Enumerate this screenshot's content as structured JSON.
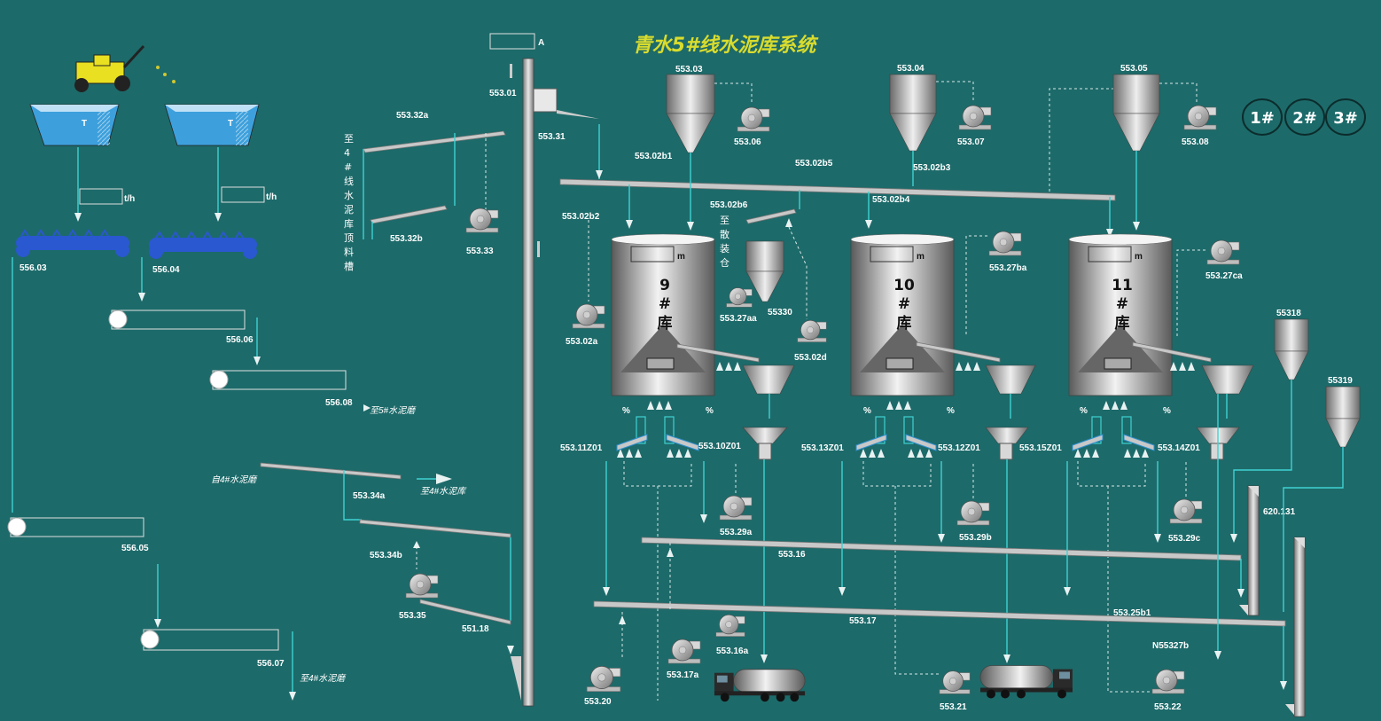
{
  "title": "青水5#线水泥库系统",
  "top_indicator_unit": "A",
  "scale_unit": "t/h",
  "silo_level_unit": "m",
  "percent_sign": "%",
  "hopper_letter": "T",
  "silos": [
    {
      "number": "9",
      "hash": "#",
      "word": "库"
    },
    {
      "number": "10",
      "hash": "#",
      "word": "库"
    },
    {
      "number": "11",
      "hash": "#",
      "word": "库"
    }
  ],
  "buttons": [
    "1#",
    "2#",
    "3#"
  ],
  "vertical_label": [
    "至",
    "4",
    "#",
    "线",
    "水",
    "泥",
    "库",
    "顶",
    "料",
    "槽"
  ],
  "vertical_label2": [
    "至",
    "散",
    "装",
    "仓"
  ],
  "destinations": {
    "to_5_mill": "至5#水泥磨",
    "from_4_mill": "自4#水泥磨",
    "to_4_silo": "至4#水泥库",
    "to_4_mill": "至4#水泥磨"
  },
  "tags": {
    "t55303": "553.03",
    "t55304": "553.04",
    "t55305": "553.05",
    "t55306": "553.06",
    "t55307": "553.07",
    "t55308": "553.08",
    "t55301": "553.01",
    "t55331": "553.31",
    "t55332a": "553.32a",
    "t55332b": "553.32b",
    "t55333": "553.33",
    "t55302b1": "553.02b1",
    "t55302b5": "553.02b5",
    "t55302b3": "553.02b3",
    "t55302b2": "553.02b2",
    "t55302b6": "553.02b6",
    "t55302b4": "553.02b4",
    "t55302a": "553.02a",
    "t55302d": "553.02d",
    "t55327aa": "553.27aa",
    "t55330": "55330",
    "t55327ba": "553.27ba",
    "t55327ca": "553.27ca",
    "t55318": "55318",
    "t55319": "55319",
    "t55311z01": "553.11Z01",
    "t55310z01": "553.10Z01",
    "t55313z01": "553.13Z01",
    "t55312z01": "553.12Z01",
    "t55315z01": "553.15Z01",
    "t55314z01": "553.14Z01",
    "t55329a": "553.29a",
    "t55329b": "553.29b",
    "t55329c": "553.29c",
    "t55316": "553.16",
    "t55317": "553.17",
    "t55325b1": "553.25b1",
    "t620131": "620.131",
    "t55316a": "553.16a",
    "t55317a": "553.17a",
    "t55320": "553.20",
    "t55321": "553.21",
    "t55322": "553.22",
    "tn55327b": "N55327b",
    "t55334a": "553.34a",
    "t55334b": "553.34b",
    "t55335": "553.35",
    "t55118": "551.18",
    "t55603": "556.03",
    "t55604": "556.04",
    "t55606": "556.06",
    "t55608": "556.08",
    "t55605": "556.05",
    "t55607": "556.07"
  }
}
